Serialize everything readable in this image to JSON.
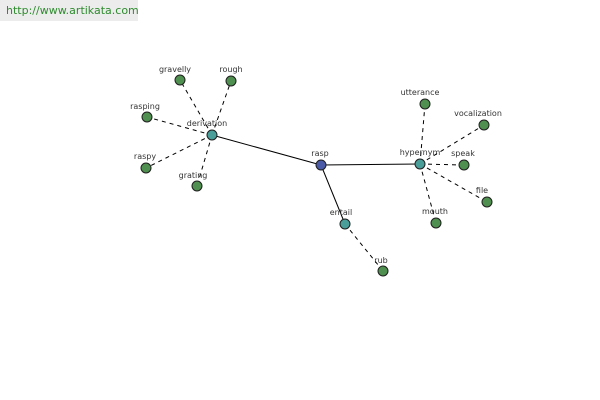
{
  "banner": {
    "url": "http://www.artikata.com"
  },
  "colors": {
    "center": "#4a5aa6",
    "hub": "#4a9e9a",
    "leaf": "#4f8f4f",
    "stroke": "#1f1f1f",
    "edge": "#000000",
    "banner_bg": "#ececec",
    "banner_text": "#2e8b2e"
  },
  "graph": {
    "nodes": [
      {
        "id": "rasp",
        "label": "rasp",
        "kind": "center"
      },
      {
        "id": "derivation",
        "label": "derivation",
        "kind": "hub"
      },
      {
        "id": "hypernym",
        "label": "hypernym",
        "kind": "hub"
      },
      {
        "id": "entail",
        "label": "entail",
        "kind": "hub"
      },
      {
        "id": "gravelly",
        "label": "gravelly",
        "kind": "leaf"
      },
      {
        "id": "rough",
        "label": "rough",
        "kind": "leaf"
      },
      {
        "id": "rasping",
        "label": "rasping",
        "kind": "leaf"
      },
      {
        "id": "raspy",
        "label": "raspy",
        "kind": "leaf"
      },
      {
        "id": "grating",
        "label": "grating",
        "kind": "leaf"
      },
      {
        "id": "utterance",
        "label": "utterance",
        "kind": "leaf"
      },
      {
        "id": "vocalization",
        "label": "vocalization",
        "kind": "leaf"
      },
      {
        "id": "speak",
        "label": "speak",
        "kind": "leaf"
      },
      {
        "id": "file",
        "label": "file",
        "kind": "leaf"
      },
      {
        "id": "mouth",
        "label": "mouth",
        "kind": "leaf"
      },
      {
        "id": "rub",
        "label": "rub",
        "kind": "leaf"
      }
    ],
    "edges": [
      {
        "from": "rasp",
        "to": "derivation",
        "style": "solid"
      },
      {
        "from": "rasp",
        "to": "hypernym",
        "style": "solid"
      },
      {
        "from": "rasp",
        "to": "entail",
        "style": "solid"
      },
      {
        "from": "derivation",
        "to": "gravelly",
        "style": "dashed"
      },
      {
        "from": "derivation",
        "to": "rough",
        "style": "dashed"
      },
      {
        "from": "derivation",
        "to": "rasping",
        "style": "dashed"
      },
      {
        "from": "derivation",
        "to": "raspy",
        "style": "dashed"
      },
      {
        "from": "derivation",
        "to": "grating",
        "style": "dashed"
      },
      {
        "from": "hypernym",
        "to": "utterance",
        "style": "dashed"
      },
      {
        "from": "hypernym",
        "to": "vocalization",
        "style": "dashed"
      },
      {
        "from": "hypernym",
        "to": "speak",
        "style": "dashed"
      },
      {
        "from": "hypernym",
        "to": "file",
        "style": "dashed"
      },
      {
        "from": "hypernym",
        "to": "mouth",
        "style": "dashed"
      },
      {
        "from": "entail",
        "to": "rub",
        "style": "dashed"
      }
    ]
  }
}
